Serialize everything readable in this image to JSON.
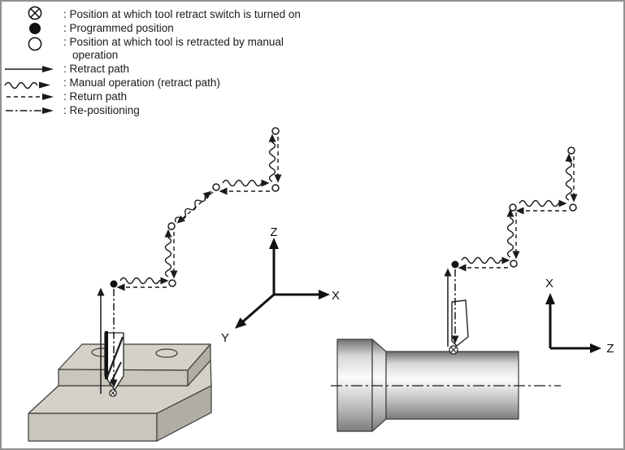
{
  "figure": {
    "description": "Tool retract and return paths for milling and turning",
    "background_color": "#ffffff",
    "border_color": "#909090",
    "ink_color": "#1a1a1a"
  },
  "legend": {
    "items": [
      {
        "symbol": "retract-switch-on-position-icon",
        "label": ": Position at which tool retract switch is turned on"
      },
      {
        "symbol": "programmed-position-icon",
        "label": ": Programmed position"
      },
      {
        "symbol": "manual-retract-position-icon",
        "label": ": Position at which tool is retracted by manual",
        "label2": "operation"
      },
      {
        "symbol": "retract-path-icon",
        "label": ": Retract path"
      },
      {
        "symbol": "manual-operation-path-icon",
        "label": ": Manual operation (retract path)"
      },
      {
        "symbol": "return-path-icon",
        "label": ": Return path"
      },
      {
        "symbol": "re-positioning-path-icon",
        "label": ": Re-positioning"
      }
    ]
  },
  "diagrams": {
    "milling": {
      "name": "milling example with stepped workpiece and end mill",
      "axes": {
        "vertical": "Z",
        "horizontal": "X",
        "depth": "Y"
      },
      "block_top_color": "#d4d1c8",
      "block_front_color": "#c9c6bd",
      "block_side_color": "#b0ada4"
    },
    "lathe": {
      "name": "turning example with cylindrical workpiece and cutting tool",
      "axes": {
        "vertical": "X",
        "horizontal": "Z"
      },
      "metal_light": "#fbfbf9",
      "metal_dark": "#6f6f6d"
    }
  }
}
